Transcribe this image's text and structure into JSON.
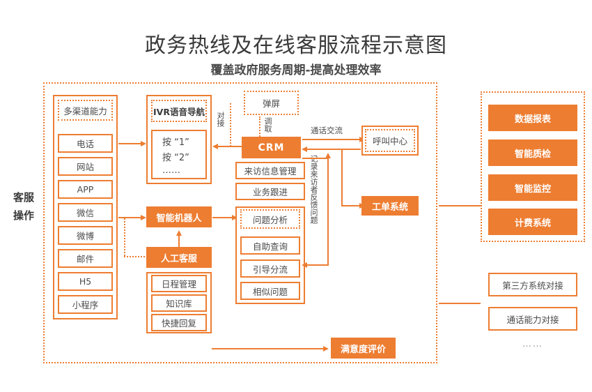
{
  "header": {
    "title": "政务热线及在线客服流程示意图",
    "subtitle": "覆盖政府服务周期-提高处理效率"
  },
  "side_label": {
    "line1": "客服",
    "line2": "操作"
  },
  "channels": {
    "header": "多渠道能力",
    "items": [
      {
        "label": "电话"
      },
      {
        "label": "网站"
      },
      {
        "label": "APP"
      },
      {
        "label": "微信"
      },
      {
        "label": "微博"
      },
      {
        "label": "邮件"
      },
      {
        "label": "H5"
      },
      {
        "label": "小程序"
      }
    ]
  },
  "ivr": {
    "header": "IVR语音导航",
    "options": [
      "按 “1”",
      "按 “2”",
      "……"
    ],
    "connector_label": "对接"
  },
  "crm": {
    "popup": "弹屏",
    "popup_link_label": "调取",
    "title": "CRM",
    "call_label": "通话交流",
    "items": [
      {
        "label": "来访信息管理"
      },
      {
        "label": "业务跟进"
      }
    ],
    "feedback_label": "记录来访者反馈问题"
  },
  "robot": {
    "robot_label": "智能机器人",
    "agent_label": "人工客服",
    "agent_items": [
      {
        "label": "日程管理"
      },
      {
        "label": "知识库"
      },
      {
        "label": "快捷回复"
      }
    ]
  },
  "analysis": {
    "header": "问题分析",
    "items": [
      {
        "label": "自助查询"
      },
      {
        "label": "引导分流"
      },
      {
        "label": "相似问题"
      }
    ]
  },
  "systems": {
    "call_center": "呼叫中心",
    "ticket_system": "工单系统",
    "satisfaction": "满意度评价"
  },
  "right_panel": {
    "items": [
      {
        "label": "数据报表"
      },
      {
        "label": "智能质检"
      },
      {
        "label": "智能监控"
      },
      {
        "label": "计费系统"
      }
    ]
  },
  "integrations": {
    "items": [
      {
        "label": "第三方系统对接"
      },
      {
        "label": "通话能力对接"
      }
    ],
    "more": "……"
  },
  "colors": {
    "accent": "#ED7D31",
    "text": "#4a4a4a",
    "background": "#ffffff"
  }
}
